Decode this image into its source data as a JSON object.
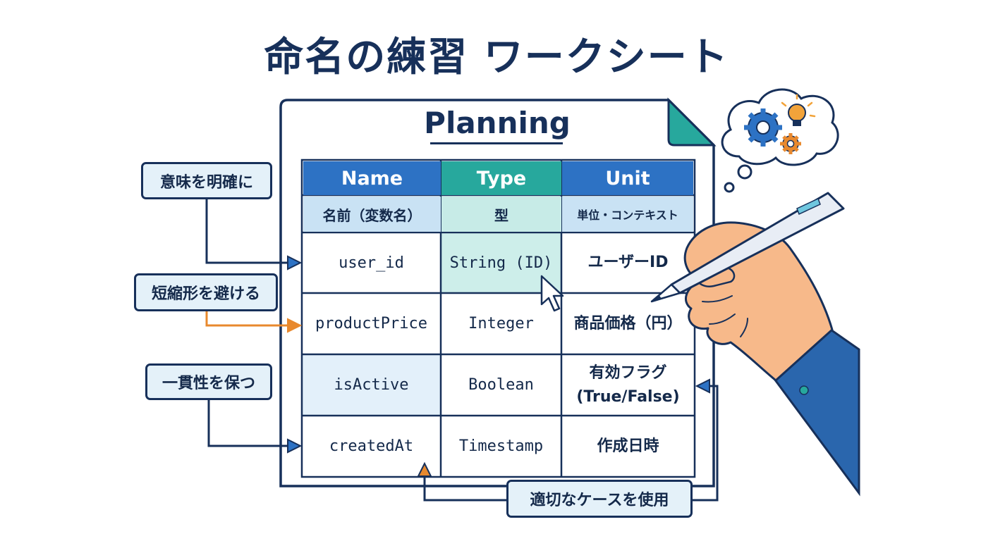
{
  "title": "命名の練習 ワークシート",
  "sheet_title": "Planning",
  "table": {
    "headers": [
      "Name",
      "Type",
      "Unit"
    ],
    "subheaders": [
      "名前（変数名）",
      "型",
      "単位・コンテキスト"
    ],
    "rows": [
      [
        "user_id",
        "String (ID)",
        "ユーザーID"
      ],
      [
        "productPrice",
        "Integer",
        "商品価格（円）"
      ],
      [
        "isActive",
        "Boolean",
        "有効フラグ\n(True/False)"
      ],
      [
        "createdAt",
        "Timestamp",
        "作成日時"
      ]
    ]
  },
  "labels": {
    "clarity": "意味を明確に",
    "avoid_abbrev": "短縮形を避ける",
    "consistency": "一貫性を保つ",
    "case": "適切なケースを使用"
  },
  "colors": {
    "navy": "#17305a",
    "header_blue": "#2d72c4",
    "header_teal": "#27a89d",
    "sub_blue": "#c9e2f4",
    "sub_teal": "#c7ebe7",
    "highlight_teal": "#cdeeea",
    "highlight_blue": "#e3f0fa",
    "orange": "#e8892e",
    "label_bg": "#e4f1f9"
  },
  "icons": [
    "gear-icon",
    "lightbulb-icon",
    "thought-bubble-icon",
    "pen-icon",
    "hand-icon",
    "cursor-icon",
    "arrow-icon"
  ]
}
